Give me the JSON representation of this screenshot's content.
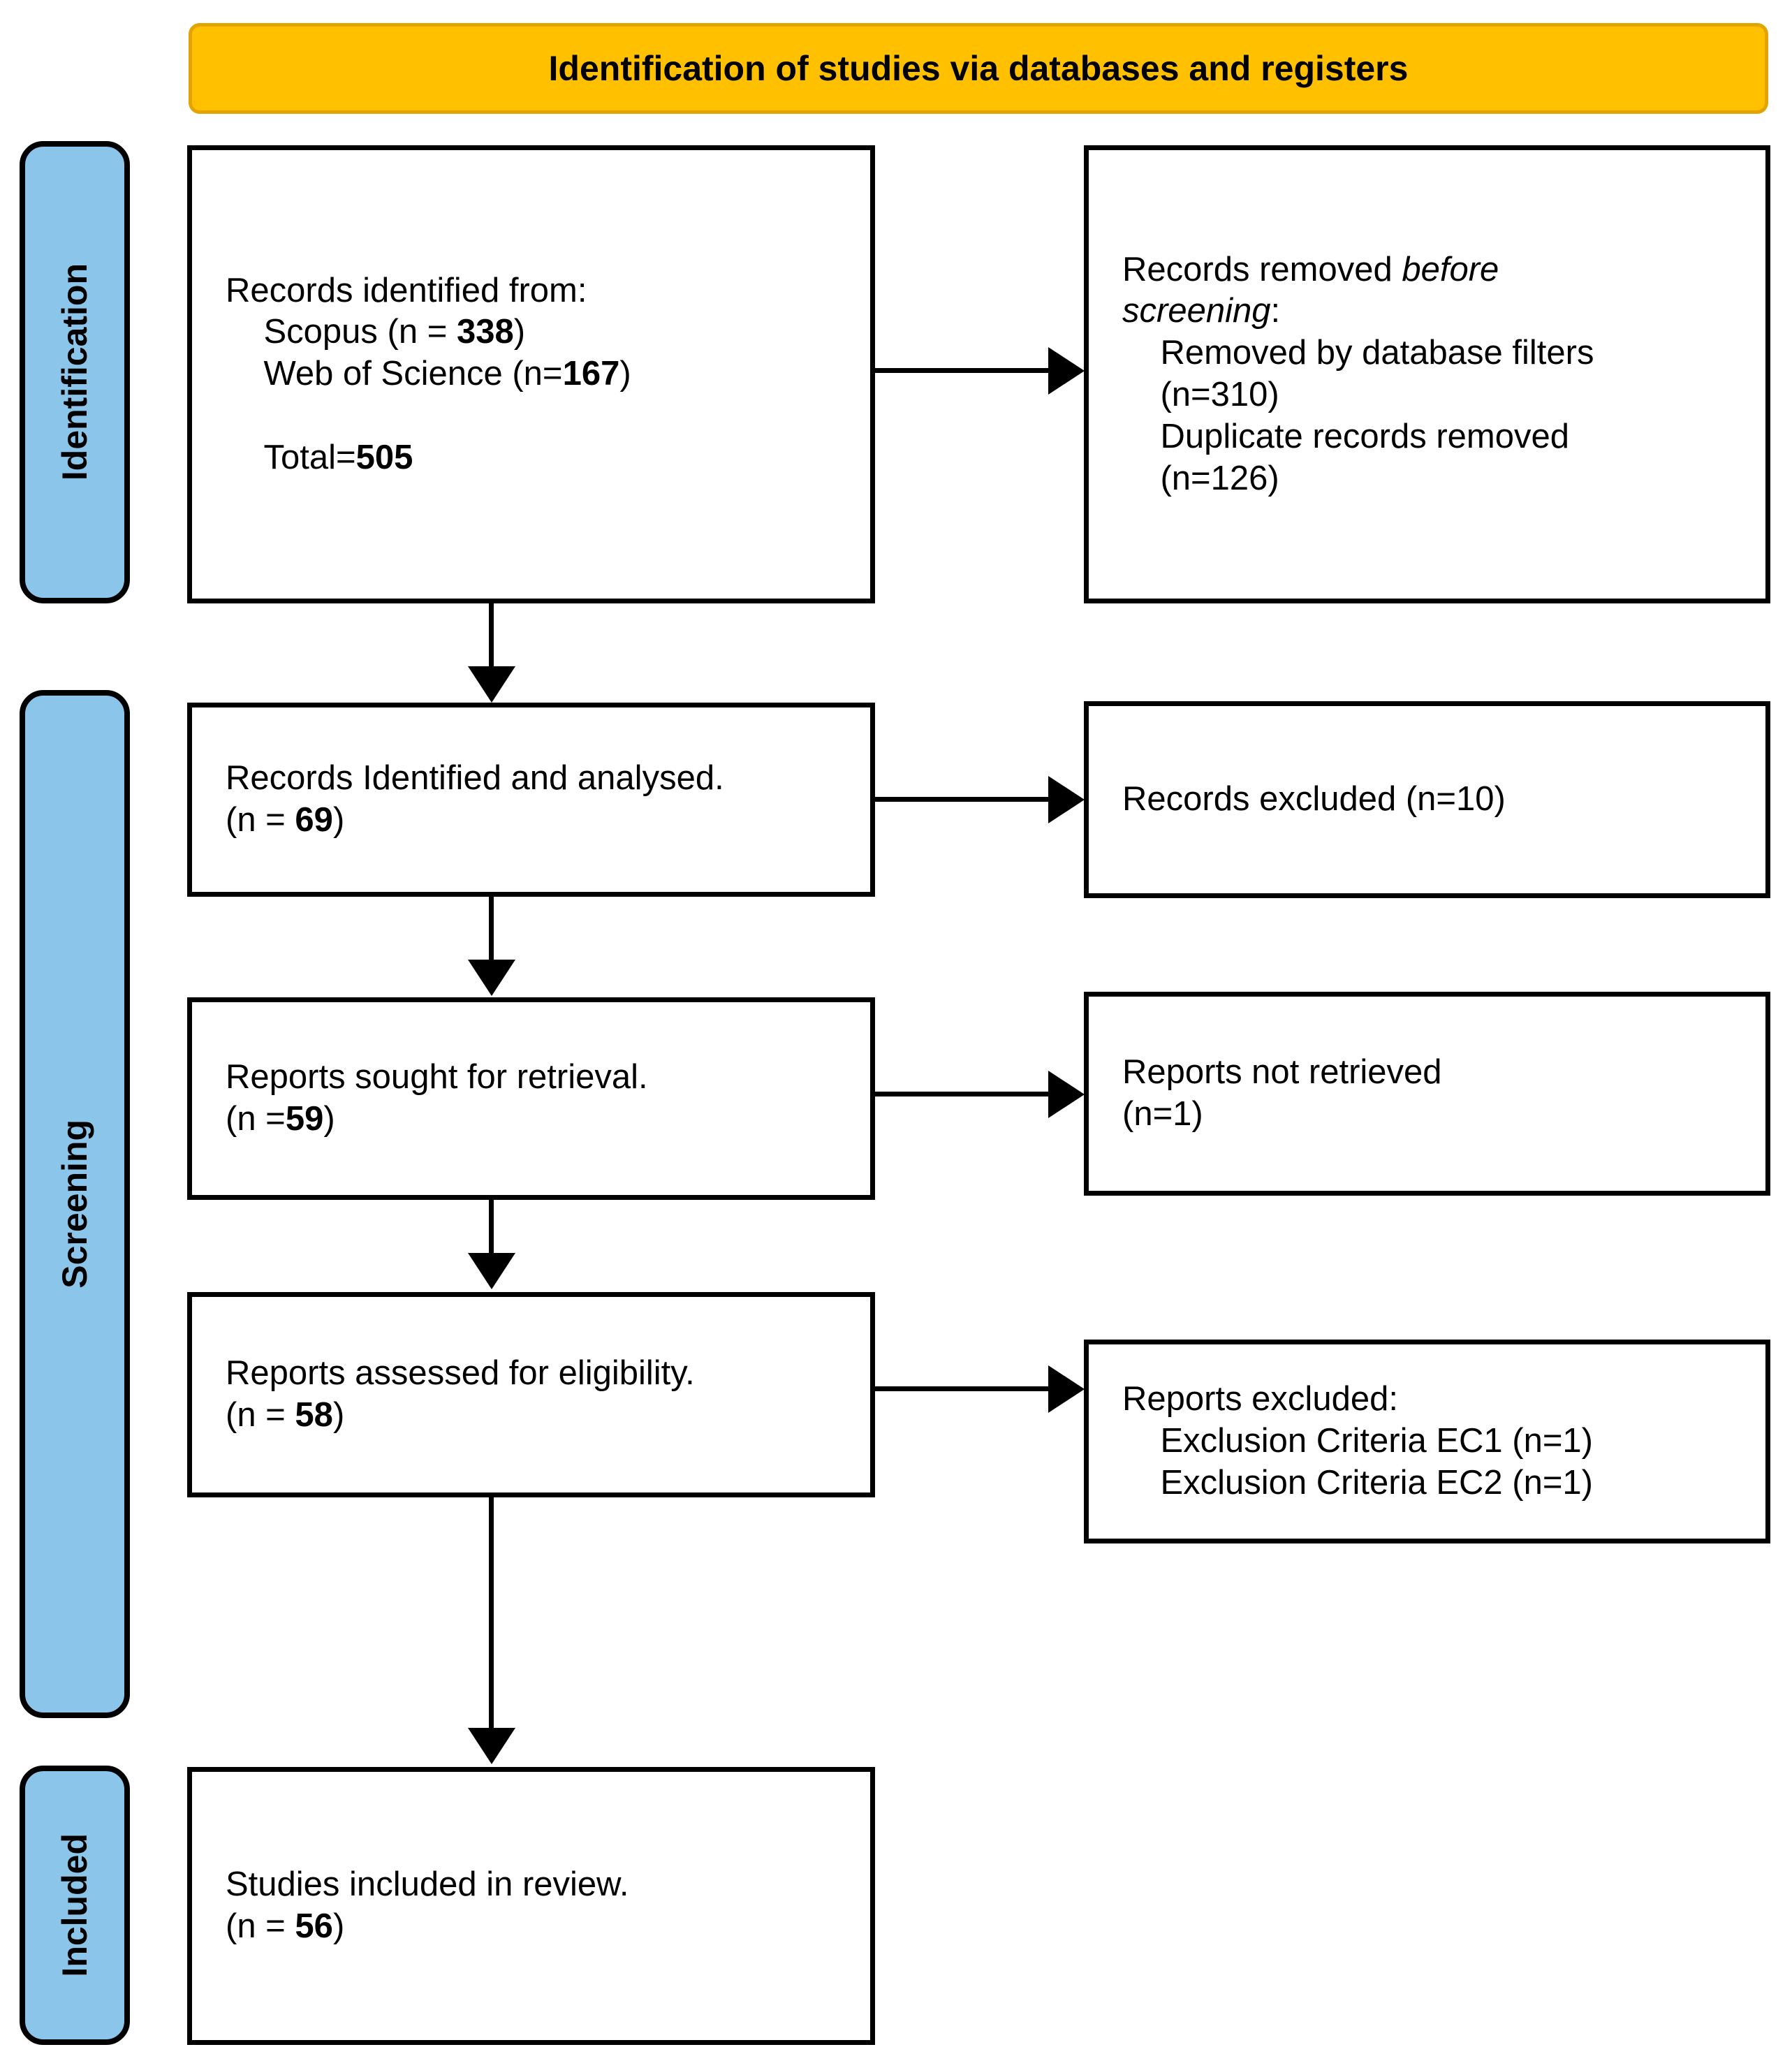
{
  "banner": {
    "title": "Identification of studies via databases and registers",
    "background_color": "#FFC000",
    "border_color": "#E3A401"
  },
  "stages": {
    "background_color": "#8CC5EA",
    "border_color": "#000000",
    "identification": "Identification",
    "screening": "Screening",
    "included": "Included"
  },
  "boxes": {
    "identified": {
      "line1": "Records identified from:",
      "line2_label": "    Scopus (n = ",
      "line2_value": "338",
      "line2_close": ")",
      "line3_label": "    Web of Science (n=",
      "line3_value": "167",
      "line3_close": ")",
      "line5_label": "    Total=",
      "line5_value": "505"
    },
    "removed": {
      "line1_pre": "Records removed ",
      "line1_em": "before",
      "line2_em": "screening",
      "line2_post": ":",
      "line3": "    Removed by database filters",
      "line4": "    (n=310)",
      "line5": "    Duplicate records removed",
      "line6": "    (n=126)"
    },
    "screened": {
      "line1": "Records Identified and analysed.",
      "line2_pre": "(n = ",
      "line2_value": "69",
      "line2_post": ")"
    },
    "records_excluded": {
      "line1": "Records excluded (n=10)"
    },
    "sought": {
      "line1": "Reports sought for retrieval.",
      "line2_pre": "(n =",
      "line2_value": "59",
      "line2_post": ")"
    },
    "not_retrieved": {
      "line1": "Reports not retrieved",
      "line2": "(n=1)"
    },
    "assessed": {
      "line1": "Reports assessed for eligibility.",
      "line2_pre": "(n = ",
      "line2_value": "58",
      "line2_post": ")"
    },
    "reports_excluded": {
      "line1": "Reports excluded:",
      "line2": "    Exclusion Criteria EC1 (n=1)",
      "line3": "    Exclusion Criteria EC2 (n=1)"
    },
    "included": {
      "line1": "Studies included in review.",
      "line2_pre": "(n = ",
      "line2_value": "56",
      "line2_post": ")"
    }
  },
  "chart_data": {
    "type": "diagram",
    "title": "Identification of studies via databases and registers",
    "nodes": [
      {
        "id": "identified",
        "stage": "Identification",
        "column": "left",
        "text": "Records identified from: Scopus (n = 338), Web of Science (n=167), Total=505",
        "values": {
          "Scopus": 338,
          "Web of Science": 167,
          "Total": 505
        }
      },
      {
        "id": "removed",
        "stage": "Identification",
        "column": "right",
        "text": "Records removed before screening: Removed by database filters (n=310), Duplicate records removed (n=126)",
        "values": {
          "Removed by database filters": 310,
          "Duplicate records removed": 126
        }
      },
      {
        "id": "screened",
        "stage": "Screening",
        "column": "left",
        "text": "Records Identified and analysed. (n = 69)",
        "values": {
          "n": 69
        }
      },
      {
        "id": "records_excluded",
        "stage": "Screening",
        "column": "right",
        "text": "Records excluded (n=10)",
        "values": {
          "n": 10
        }
      },
      {
        "id": "sought",
        "stage": "Screening",
        "column": "left",
        "text": "Reports sought for retrieval. (n =59)",
        "values": {
          "n": 59
        }
      },
      {
        "id": "not_retrieved",
        "stage": "Screening",
        "column": "right",
        "text": "Reports not retrieved (n=1)",
        "values": {
          "n": 1
        }
      },
      {
        "id": "assessed",
        "stage": "Screening",
        "column": "left",
        "text": "Reports assessed for eligibility. (n = 58)",
        "values": {
          "n": 58
        }
      },
      {
        "id": "reports_excluded",
        "stage": "Screening",
        "column": "right",
        "text": "Reports excluded: Exclusion Criteria EC1 (n=1), Exclusion Criteria EC2 (n=1)",
        "values": {
          "Exclusion Criteria EC1": 1,
          "Exclusion Criteria EC2": 1
        }
      },
      {
        "id": "included",
        "stage": "Included",
        "column": "left",
        "text": "Studies included in review. (n = 56)",
        "values": {
          "n": 56
        }
      }
    ],
    "edges": [
      {
        "from": "identified",
        "to": "removed",
        "direction": "right"
      },
      {
        "from": "identified",
        "to": "screened",
        "direction": "down"
      },
      {
        "from": "screened",
        "to": "records_excluded",
        "direction": "right"
      },
      {
        "from": "screened",
        "to": "sought",
        "direction": "down"
      },
      {
        "from": "sought",
        "to": "not_retrieved",
        "direction": "right"
      },
      {
        "from": "sought",
        "to": "assessed",
        "direction": "down"
      },
      {
        "from": "assessed",
        "to": "reports_excluded",
        "direction": "right"
      },
      {
        "from": "assessed",
        "to": "included",
        "direction": "down"
      }
    ]
  }
}
